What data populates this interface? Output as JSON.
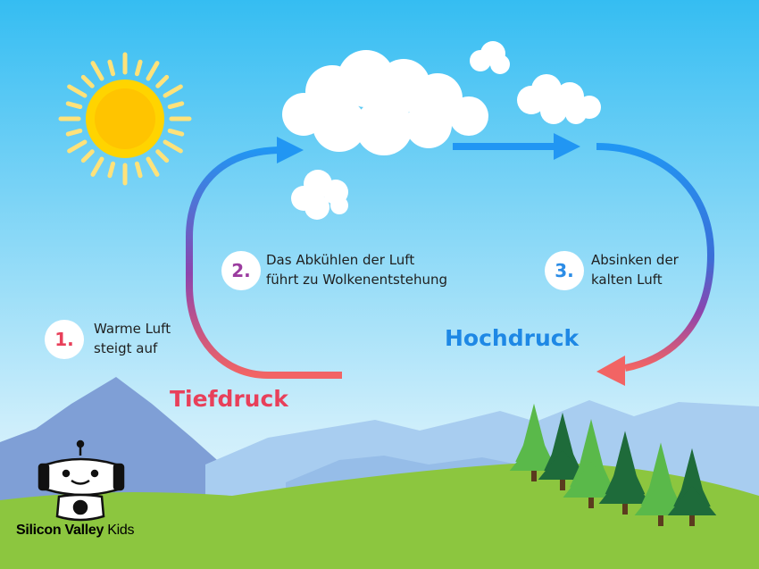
{
  "colors": {
    "sky_top": "#35bdf2",
    "sky_bottom": "#dbf2fb",
    "sun": "#ffd400",
    "sun_rays": "#ffe98a",
    "cloud": "#ffffff",
    "flow_blue": "#2196f3",
    "flow_purple": "#8e44ad",
    "flow_red": "#f05a5a",
    "low_pressure": "#e8405a",
    "high_pressure": "#1e88e5",
    "step1": "#e8405a",
    "step2": "#9b3c9f",
    "step3": "#2b8ce6",
    "mountain_back": "#a8cdf0",
    "mountain_front": "#7f9fd6",
    "grass": "#8cc63f",
    "tree_light": "#5ab94a",
    "tree_dark": "#1e6b3a"
  },
  "steps": [
    {
      "number": "1.",
      "lines": [
        "Warme Luft",
        "steigt auf"
      ]
    },
    {
      "number": "2.",
      "lines": [
        "Das Abkühlen der Luft",
        "führt zu Wolkenentstehung"
      ]
    },
    {
      "number": "3.",
      "lines": [
        "Absinken der",
        "kalten Luft"
      ]
    }
  ],
  "labels": {
    "low_pressure": "Tiefdruck",
    "high_pressure": "Hochdruck"
  },
  "brand": {
    "name_bold": "Silicon Valley",
    "name_light": "Kids"
  },
  "icons": [
    "sun-icon",
    "cloud-icon",
    "arrow-icon",
    "mountain-icon",
    "tree-icon",
    "robot-logo-icon"
  ]
}
